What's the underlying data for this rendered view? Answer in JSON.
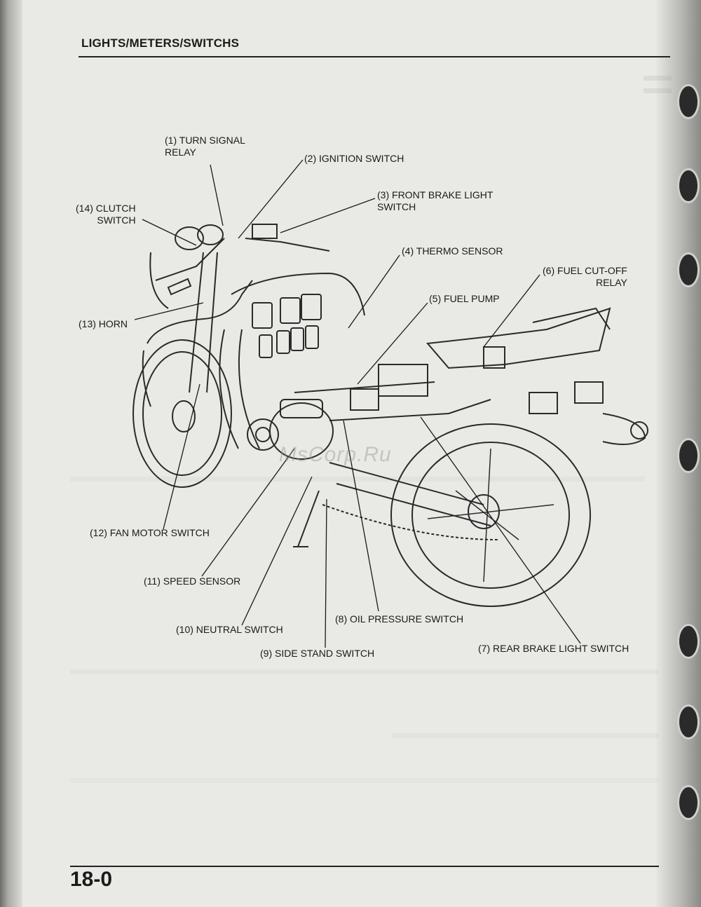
{
  "header": {
    "title": "LIGHTS/METERS/SWITCHS"
  },
  "footer": {
    "page_number": "18-0"
  },
  "watermark": "MsCorp.Ru",
  "callouts": [
    {
      "num": "(1)",
      "text": "TURN SIGNAL\nRELAY"
    },
    {
      "num": "(2)",
      "text": "IGNITION SWITCH"
    },
    {
      "num": "(3)",
      "text": "FRONT BRAKE LIGHT\nSWITCH"
    },
    {
      "num": "(4)",
      "text": "THERMO SENSOR"
    },
    {
      "num": "(5)",
      "text": "FUEL PUMP"
    },
    {
      "num": "(6)",
      "text": "FUEL CUT-OFF\nRELAY"
    },
    {
      "num": "(7)",
      "text": "REAR BRAKE LIGHT SWITCH"
    },
    {
      "num": "(8)",
      "text": "OIL PRESSURE SWITCH"
    },
    {
      "num": "(9)",
      "text": "SIDE STAND SWITCH"
    },
    {
      "num": "(10)",
      "text": "NEUTRAL SWITCH"
    },
    {
      "num": "(11)",
      "text": "SPEED SENSOR"
    },
    {
      "num": "(12)",
      "text": "FAN MOTOR SWITCH"
    },
    {
      "num": "(13)",
      "text": "HORN"
    },
    {
      "num": "(14)",
      "text": "CLUTCH\nSWITCH"
    }
  ],
  "icons": [
    "binder-hole"
  ]
}
